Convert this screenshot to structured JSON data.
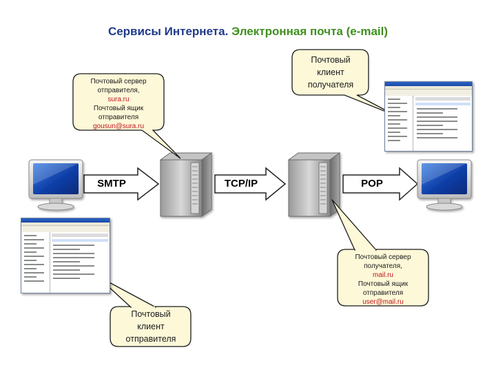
{
  "title": {
    "part1": "Сервисы Интернета.",
    "part2": "Электронная почта (e-mail)"
  },
  "callouts": {
    "sender_server": {
      "line1": "Почтовый сервер",
      "line2": "отправителя,",
      "domain": "sura.ru",
      "line4": "Почтовый ящик",
      "line5": "отправителя",
      "email": "gousun@sura.ru"
    },
    "receiver_client": {
      "line1": "Почтовый",
      "line2": "клиент",
      "line3": "получателя"
    },
    "receiver_server": {
      "line1": "Почтовый сервер",
      "line2": "получателя,",
      "domain": "mail.ru",
      "line4": "Почтовый ящик",
      "line5": "отправителя",
      "email": "user@mail.ru"
    },
    "sender_client": {
      "line1": "Почтовый",
      "line2": "клиент",
      "line3": "отправителя"
    }
  },
  "arrows": {
    "smtp": "SMTP",
    "tcpip": "TCP/IP",
    "pop": "POP"
  },
  "colors": {
    "title_blue": "#1f3a8a",
    "title_green": "#3f8f1f",
    "callout_fill": "#fdf8d8",
    "callout_stroke": "#1a1a1a",
    "arrow_fill": "#ffffff",
    "red_text": "#c0141c"
  },
  "icons": [
    "monitor-icon",
    "server-icon",
    "mail-client-window-icon"
  ]
}
